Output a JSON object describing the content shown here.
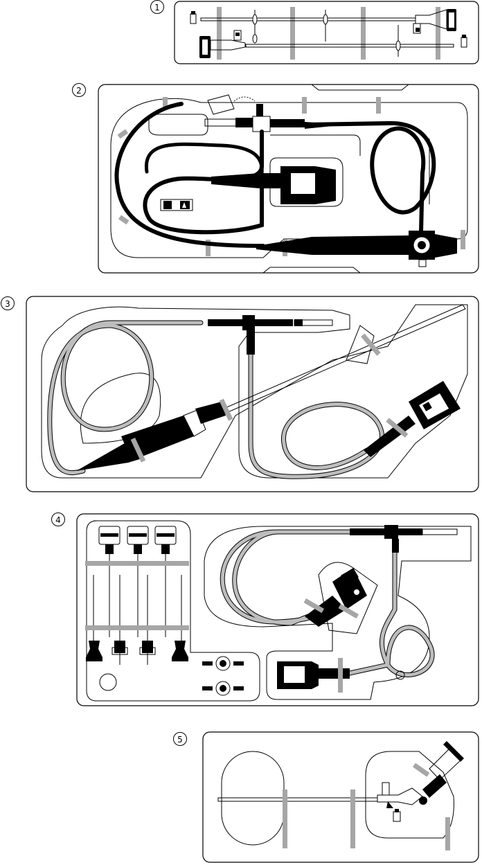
{
  "labels": [
    "1",
    "2",
    "3",
    "4",
    "5"
  ],
  "colors": {
    "line": "#000000",
    "strap": "#a6a6a6",
    "cable_grey": "#bdbdbd",
    "tray": "#ffffff"
  }
}
